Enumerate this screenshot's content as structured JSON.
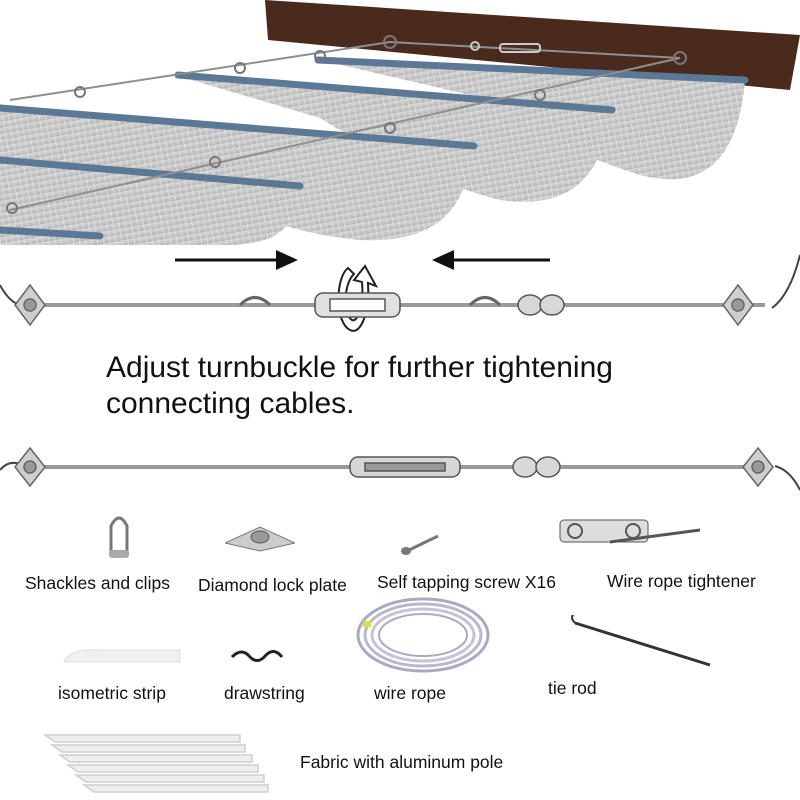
{
  "instructions": {
    "line1": "Adjust turnbuckle for further tightening",
    "line2": "connecting cables."
  },
  "parts": {
    "shackles": "Shackles and clips",
    "plate": "Diamond lock plate",
    "screw": "Self tapping screw X16",
    "tightener": "Wire rope tightener",
    "strip": "isometric strip",
    "drawstring": "drawstring",
    "wire_rope": "wire rope",
    "tie_rod": "tie rod",
    "fabric": "Fabric with aluminum pole"
  },
  "colors": {
    "wood_beam": "#4a2a1c",
    "fabric": "#cfcfcf",
    "rail": "#5b7896",
    "cable": "#9a9a9a",
    "arrow": "#111111"
  }
}
